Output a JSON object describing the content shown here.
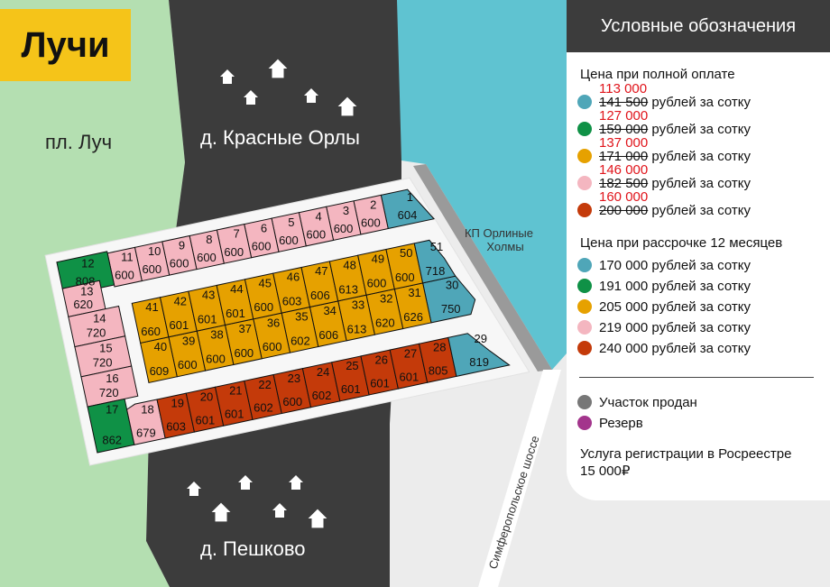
{
  "title": "Лучи",
  "places": {
    "station": "пл. Луч",
    "village_top": "д. Красные Орлы",
    "village_bottom": "д. Пешково",
    "kp": "КП Орлиные Холмы",
    "highway": "Симферопольское шоссе"
  },
  "colors": {
    "teal": "#4fa6b8",
    "green": "#0f9146",
    "orange": "#e6a100",
    "pink": "#f4b6c0",
    "red": "#c43a0a",
    "sold": "#777777",
    "reserve": "#a3358c"
  },
  "legend": {
    "title": "Условные обозначения",
    "full_title": "Цена при полной оплате",
    "full": [
      {
        "color": "teal",
        "new": "113 000",
        "old": "141 500",
        "unit": "рублей за сотку"
      },
      {
        "color": "green",
        "new": "127 000",
        "old": "159 000",
        "unit": "рублей за сотку"
      },
      {
        "color": "orange",
        "new": "137 000",
        "old": "171 000",
        "unit": "рублей за сотку"
      },
      {
        "color": "pink",
        "new": "146 000",
        "old": "182 500",
        "unit": "рублей за сотку"
      },
      {
        "color": "red",
        "new": "160 000",
        "old": "200 000",
        "unit": "рублей за сотку"
      }
    ],
    "install_title": "Цена при рассрочке 12 месяцев",
    "install": [
      {
        "color": "teal",
        "text": "170 000 рублей за сотку"
      },
      {
        "color": "green",
        "text": "191 000 рублей за сотку"
      },
      {
        "color": "orange",
        "text": "205 000 рублей за сотку"
      },
      {
        "color": "pink",
        "text": "219 000 рублей за сотку"
      },
      {
        "color": "red",
        "text": "240 000 рублей за сотку"
      }
    ],
    "sold": "Участок продан",
    "reserve": "Резерв",
    "service": "Услуга регистрации в Росреестре",
    "service_price": "15 000₽"
  },
  "plots": [
    {
      "id": "1",
      "area": "604",
      "c": "teal"
    },
    {
      "id": "2",
      "area": "600",
      "c": "pink"
    },
    {
      "id": "3",
      "area": "600",
      "c": "pink"
    },
    {
      "id": "4",
      "area": "600",
      "c": "pink"
    },
    {
      "id": "5",
      "area": "600",
      "c": "pink"
    },
    {
      "id": "6",
      "area": "600",
      "c": "pink"
    },
    {
      "id": "7",
      "area": "600",
      "c": "pink"
    },
    {
      "id": "8",
      "area": "600",
      "c": "pink"
    },
    {
      "id": "9",
      "area": "600",
      "c": "pink"
    },
    {
      "id": "10",
      "area": "600",
      "c": "pink"
    },
    {
      "id": "11",
      "area": "600",
      "c": "pink"
    },
    {
      "id": "12",
      "area": "808",
      "c": "green"
    },
    {
      "id": "13",
      "area": "620",
      "c": "pink"
    },
    {
      "id": "14",
      "area": "720",
      "c": "pink"
    },
    {
      "id": "15",
      "area": "720",
      "c": "pink"
    },
    {
      "id": "16",
      "area": "720",
      "c": "pink"
    },
    {
      "id": "17",
      "area": "862",
      "c": "green"
    },
    {
      "id": "18",
      "area": "679",
      "c": "pink"
    },
    {
      "id": "19",
      "area": "603",
      "c": "red"
    },
    {
      "id": "20",
      "area": "601",
      "c": "red"
    },
    {
      "id": "21",
      "area": "601",
      "c": "red"
    },
    {
      "id": "22",
      "area": "602",
      "c": "red"
    },
    {
      "id": "23",
      "area": "600",
      "c": "red"
    },
    {
      "id": "24",
      "area": "602",
      "c": "red"
    },
    {
      "id": "25",
      "area": "601",
      "c": "red"
    },
    {
      "id": "26",
      "area": "601",
      "c": "red"
    },
    {
      "id": "27",
      "area": "601",
      "c": "red"
    },
    {
      "id": "28",
      "area": "805",
      "c": "red"
    },
    {
      "id": "29",
      "area": "819",
      "c": "teal"
    },
    {
      "id": "30",
      "area": "750",
      "c": "teal"
    },
    {
      "id": "31",
      "area": "626",
      "c": "orange"
    },
    {
      "id": "32",
      "area": "620",
      "c": "orange"
    },
    {
      "id": "33",
      "area": "613",
      "c": "orange"
    },
    {
      "id": "34",
      "area": "606",
      "c": "orange"
    },
    {
      "id": "35",
      "area": "602",
      "c": "orange"
    },
    {
      "id": "36",
      "area": "600",
      "c": "orange"
    },
    {
      "id": "37",
      "area": "600",
      "c": "orange"
    },
    {
      "id": "38",
      "area": "600",
      "c": "orange"
    },
    {
      "id": "39",
      "area": "600",
      "c": "orange"
    },
    {
      "id": "40",
      "area": "609",
      "c": "orange"
    },
    {
      "id": "41",
      "area": "660",
      "c": "orange"
    },
    {
      "id": "42",
      "area": "601",
      "c": "orange"
    },
    {
      "id": "43",
      "area": "601",
      "c": "orange"
    },
    {
      "id": "44",
      "area": "601",
      "c": "orange"
    },
    {
      "id": "45",
      "area": "600",
      "c": "orange"
    },
    {
      "id": "46",
      "area": "603",
      "c": "orange"
    },
    {
      "id": "47",
      "area": "606",
      "c": "orange"
    },
    {
      "id": "48",
      "area": "613",
      "c": "orange"
    },
    {
      "id": "49",
      "area": "600",
      "c": "orange"
    },
    {
      "id": "50",
      "area": "600",
      "c": "orange"
    },
    {
      "id": "51",
      "area": "718",
      "c": "teal"
    }
  ]
}
